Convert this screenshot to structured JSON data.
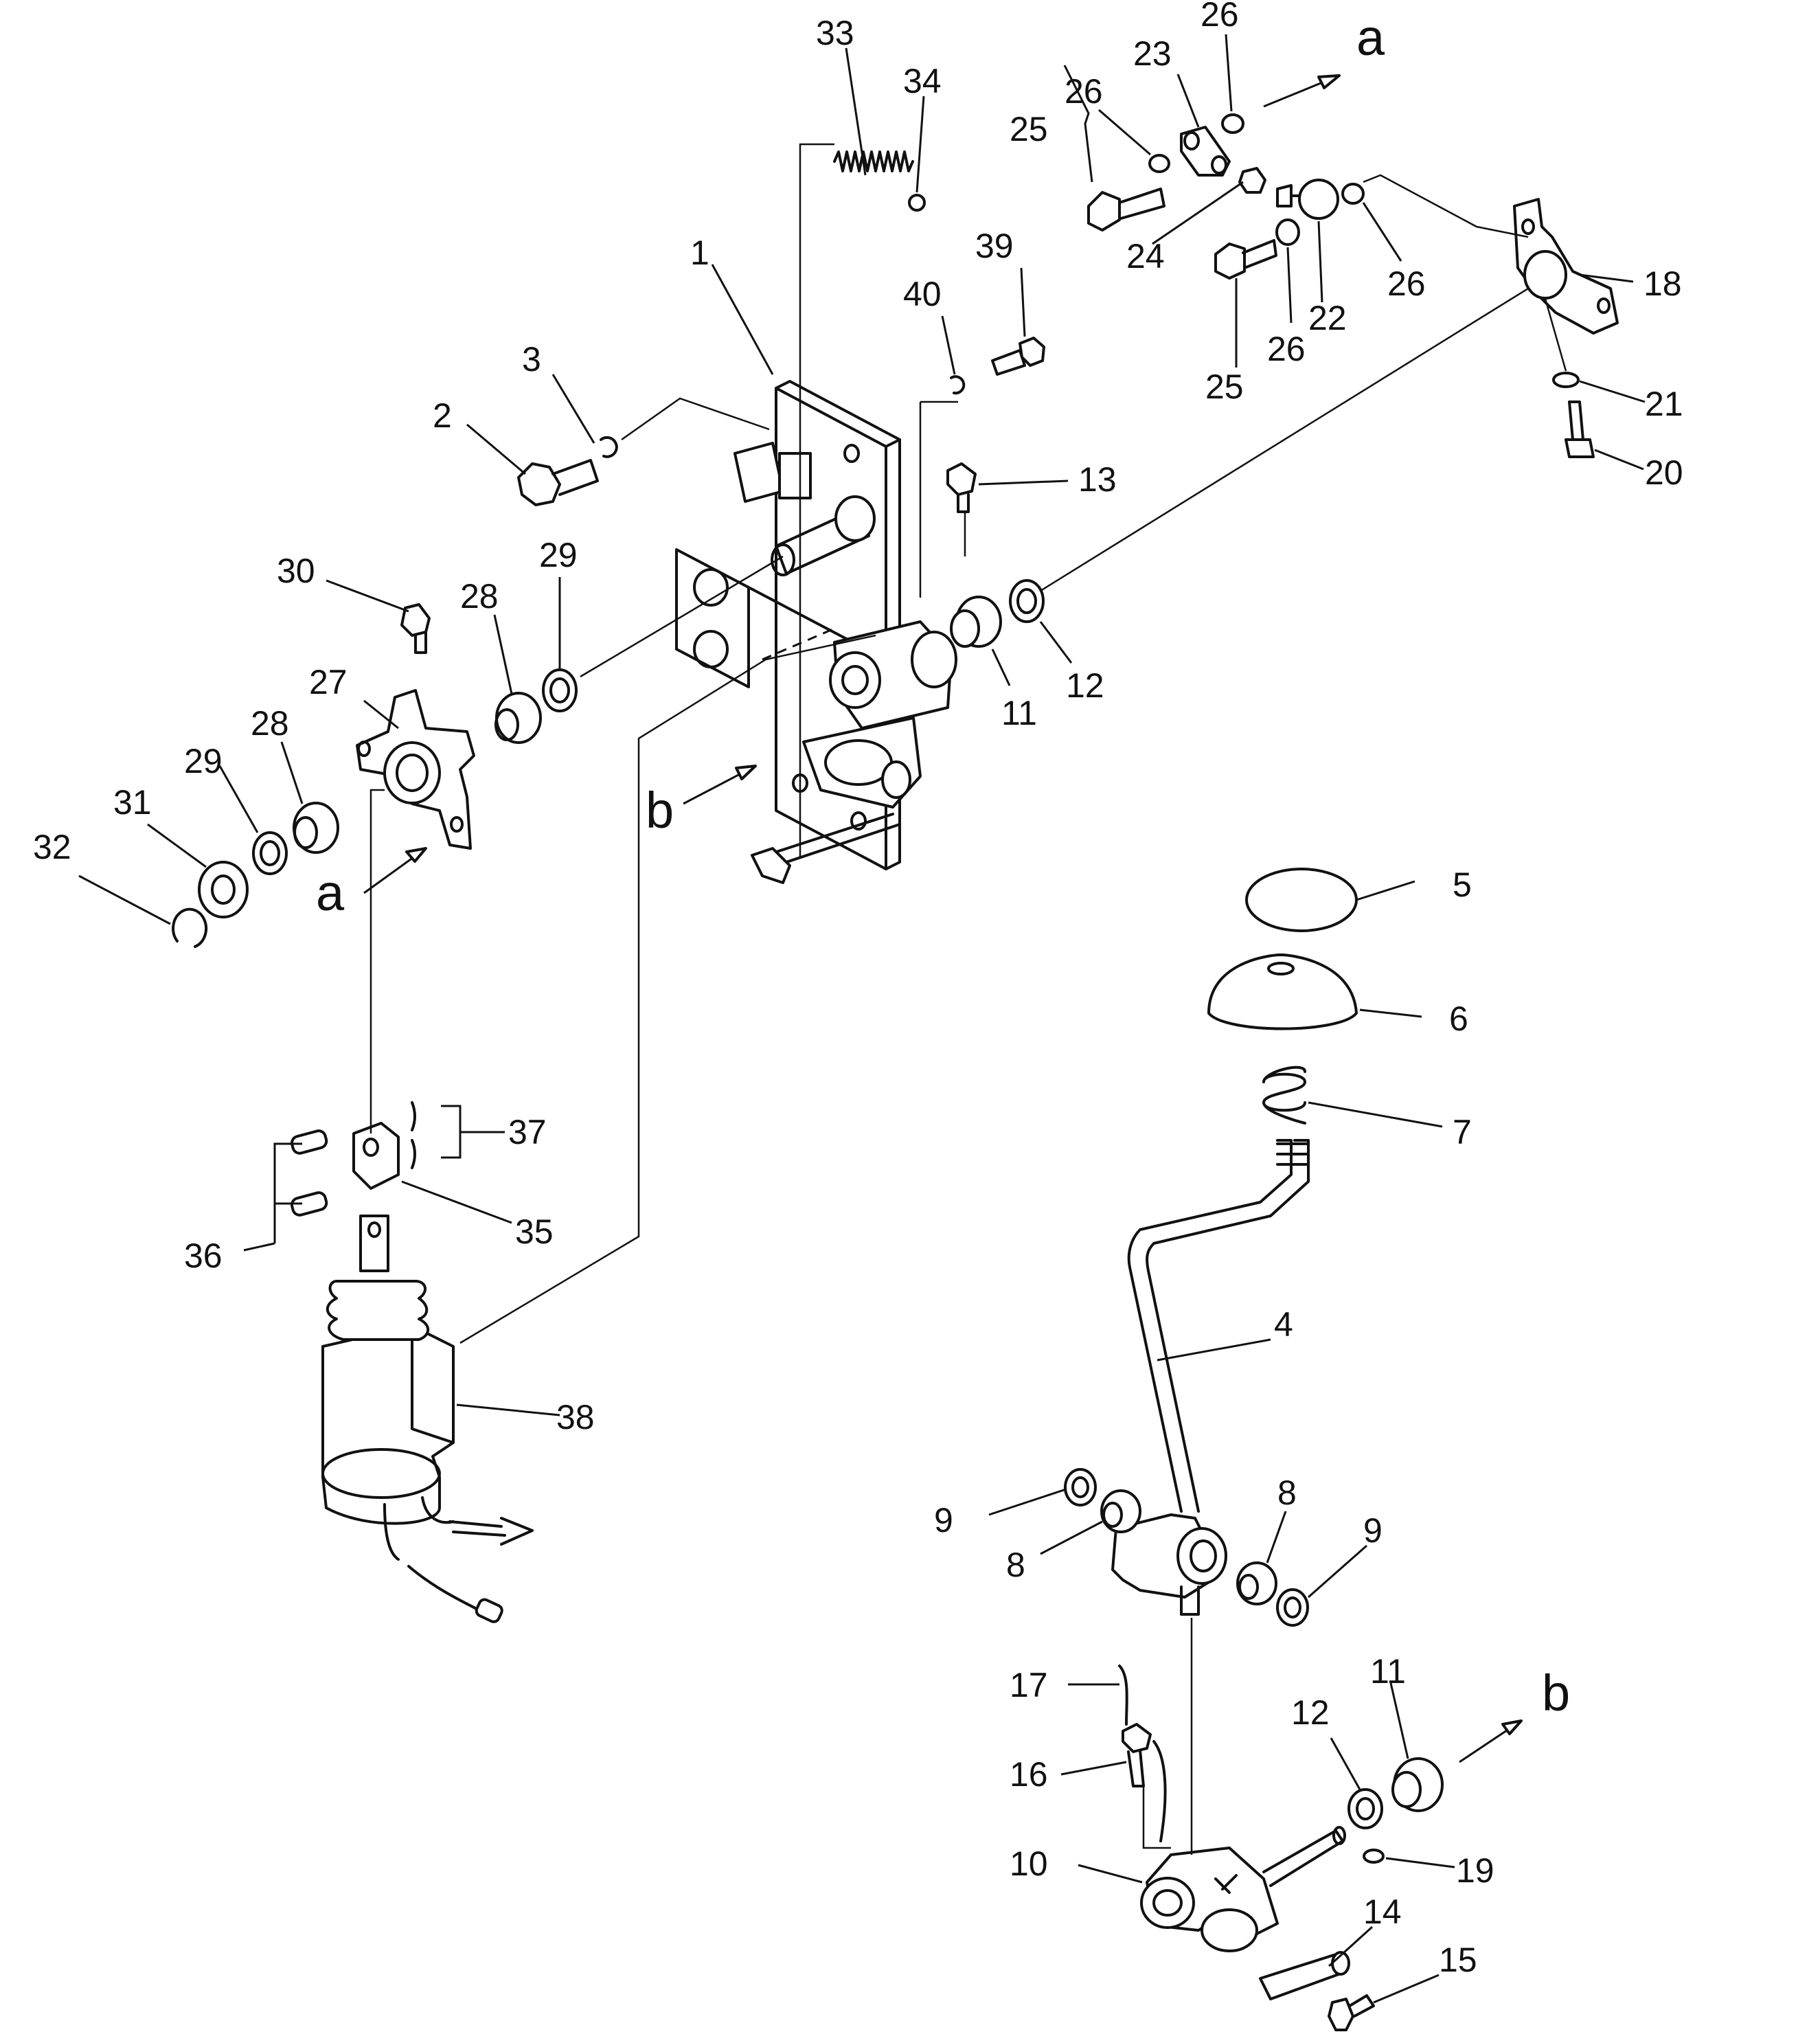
{
  "parts": [
    {
      "id": "p1",
      "label": "1"
    },
    {
      "id": "p2",
      "label": "2"
    },
    {
      "id": "p3",
      "label": "3"
    },
    {
      "id": "p4",
      "label": "4"
    },
    {
      "id": "p5",
      "label": "5"
    },
    {
      "id": "p6",
      "label": "6"
    },
    {
      "id": "p7",
      "label": "7"
    },
    {
      "id": "p8a",
      "label": "8"
    },
    {
      "id": "p8b",
      "label": "8"
    },
    {
      "id": "p9a",
      "label": "9"
    },
    {
      "id": "p9b",
      "label": "9"
    },
    {
      "id": "p10",
      "label": "10"
    },
    {
      "id": "p11a",
      "label": "11"
    },
    {
      "id": "p11b",
      "label": "11"
    },
    {
      "id": "p12a",
      "label": "12"
    },
    {
      "id": "p12b",
      "label": "12"
    },
    {
      "id": "p13",
      "label": "13"
    },
    {
      "id": "p14",
      "label": "14"
    },
    {
      "id": "p15",
      "label": "15"
    },
    {
      "id": "p16",
      "label": "16"
    },
    {
      "id": "p17",
      "label": "17"
    },
    {
      "id": "p18",
      "label": "18"
    },
    {
      "id": "p19",
      "label": "19"
    },
    {
      "id": "p20",
      "label": "20"
    },
    {
      "id": "p21",
      "label": "21"
    },
    {
      "id": "p22",
      "label": "22"
    },
    {
      "id": "p23",
      "label": "23"
    },
    {
      "id": "p24",
      "label": "24"
    },
    {
      "id": "p25a",
      "label": "25"
    },
    {
      "id": "p25b",
      "label": "25"
    },
    {
      "id": "p26a",
      "label": "26"
    },
    {
      "id": "p26b",
      "label": "26"
    },
    {
      "id": "p26c",
      "label": "26"
    },
    {
      "id": "p26d",
      "label": "26"
    },
    {
      "id": "p27",
      "label": "27"
    },
    {
      "id": "p28a",
      "label": "28"
    },
    {
      "id": "p28b",
      "label": "28"
    },
    {
      "id": "p29a",
      "label": "29"
    },
    {
      "id": "p29b",
      "label": "29"
    },
    {
      "id": "p30",
      "label": "30"
    },
    {
      "id": "p31",
      "label": "31"
    },
    {
      "id": "p32",
      "label": "32"
    },
    {
      "id": "p33",
      "label": "33"
    },
    {
      "id": "p34",
      "label": "34"
    },
    {
      "id": "p35",
      "label": "35"
    },
    {
      "id": "p36",
      "label": "36"
    },
    {
      "id": "p37",
      "label": "37"
    },
    {
      "id": "p38",
      "label": "38"
    },
    {
      "id": "p39",
      "label": "39"
    },
    {
      "id": "p40",
      "label": "40"
    }
  ],
  "connection_marks": {
    "a_top": "a",
    "a_left": "a",
    "b_center": "b",
    "b_bottom": "b"
  }
}
